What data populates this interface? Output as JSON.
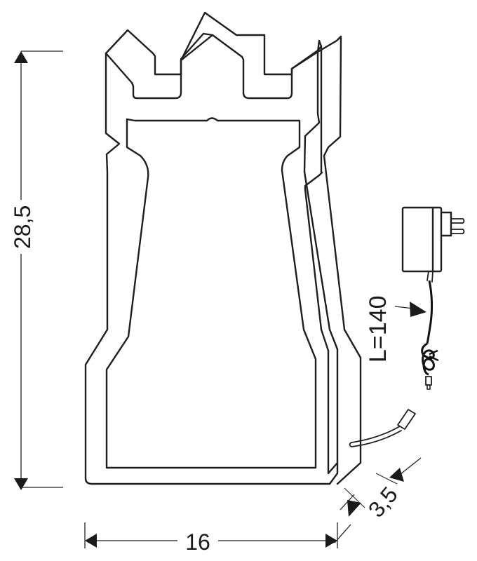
{
  "drawing": {
    "subject": "rook-shaped-lamp",
    "colors": {
      "line": "#1e1e1e",
      "background": "#ffffff"
    }
  },
  "dimensions": {
    "height": {
      "label": "28,5"
    },
    "width": {
      "label": "16"
    },
    "depth": {
      "label": "3,5"
    },
    "cable_length": {
      "label": "L=140"
    }
  },
  "components": {
    "lamp_body": "rook tower outline",
    "power_adapter": "plug-in adapter with EU pins",
    "cable": "coiled cable with DC jack",
    "side_connector": "short cable with connector"
  }
}
